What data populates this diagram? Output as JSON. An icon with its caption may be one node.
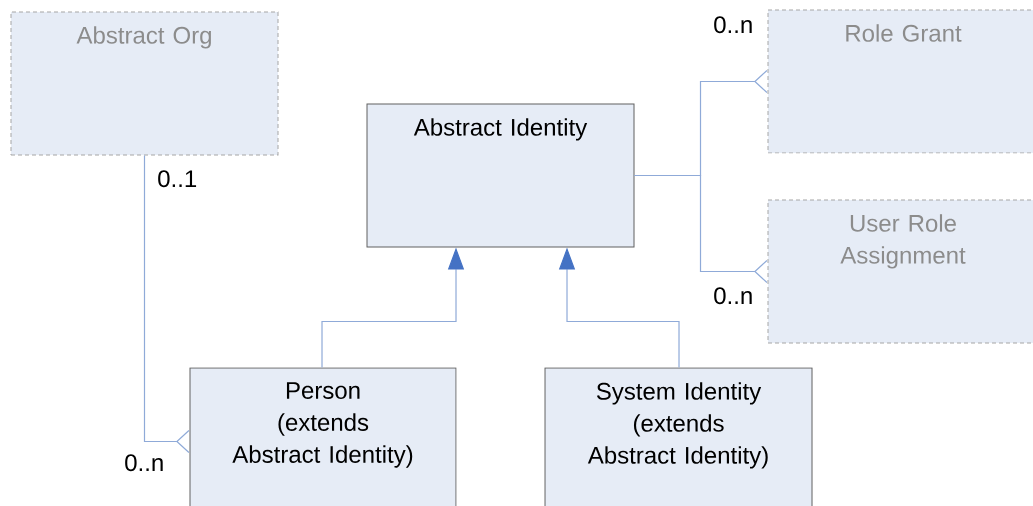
{
  "diagram": {
    "nodes": [
      {
        "text": [
          "Abstract Org"
        ]
      },
      {
        "text": [
          "Abstract Identity"
        ]
      },
      {
        "text": [
          "Role Grant"
        ]
      },
      {
        "text": [
          "User Role Assignment"
        ]
      },
      {
        "text": [
          "Person",
          "(extends Abstract Identity)"
        ]
      },
      {
        "text": [
          "System Identity",
          "(extends Abstract Identity)"
        ]
      }
    ],
    "edges": [
      {
        "from": 0,
        "to": 4,
        "arrow": "other"
      },
      {
        "from": 1,
        "to": 2,
        "arrow": "other"
      },
      {
        "from": 1,
        "to": 3,
        "arrow": "other"
      },
      {
        "from": 4,
        "to": 1,
        "arrow": "to"
      },
      {
        "from": 5,
        "to": 1,
        "arrow": "to"
      }
    ],
    "labels": [
      "0..n",
      "0..1",
      "0..n",
      "0..n"
    ]
  }
}
